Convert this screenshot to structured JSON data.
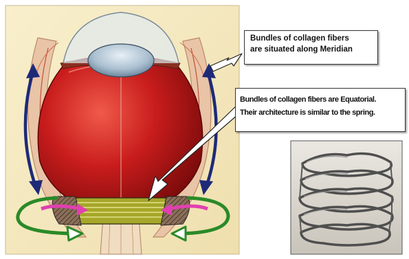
{
  "callouts": {
    "meridian": {
      "line1": "Bundles of collagen fibers",
      "line2": "are situated  along Meridian"
    },
    "equatorial": {
      "line1": "Bundles of collagen fibers are Equatorial.",
      "line2": "Their architecture is similar to the spring."
    }
  },
  "colors": {
    "background_panel": "#f6ebc2",
    "lens": "#a9bfd0",
    "vitreous_red": "#c01818",
    "collagen_band": "#a6a62a",
    "meridian_arrows": "#1e2a78",
    "spring_arrows": "#2a8a28",
    "magenta_arrows": "#e040b0"
  },
  "icons": {
    "meridian_arrows": "double-headed-curved-arrow-icon",
    "rotation_arrows": "circular-arrow-icon",
    "pointer_arrows": "block-arrow-icon",
    "spring_photo": "coil-spring-icon"
  }
}
